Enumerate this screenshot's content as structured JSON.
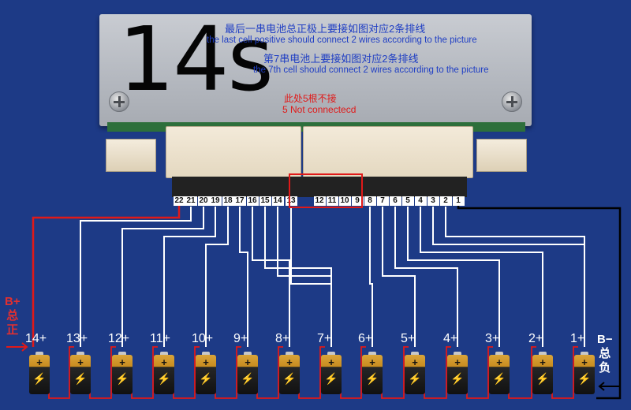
{
  "board": {
    "model_label": "14s",
    "notes": [
      {
        "lang": "cn",
        "text": "最后一串电池总正极上要接如图对应2条排线"
      },
      {
        "lang": "en",
        "text": "the last cell positive should connect 2 wires according to the picture"
      },
      {
        "lang": "cn",
        "text": "第7串电池上要接如图对应2条排线"
      },
      {
        "lang": "en",
        "text": "the 7th cell should connect 2 wires according to the picture"
      }
    ]
  },
  "connector": {
    "pins_left": [
      "22",
      "21",
      "20",
      "19",
      "18",
      "17",
      "16",
      "15",
      "14",
      "13"
    ],
    "pins_middle": [
      "12",
      "11",
      "10",
      "9"
    ],
    "pins_right": [
      "8",
      "7",
      "6",
      "5",
      "4",
      "3",
      "2",
      "1"
    ]
  },
  "not_connected": {
    "cn": "此处5根不接",
    "en": "5 Not connectecd"
  },
  "cells": [
    "14+",
    "13+",
    "12+",
    "11+",
    "10+",
    "9+",
    "8+",
    "7+",
    "6+",
    "5+",
    "4+",
    "3+",
    "2+",
    "1+"
  ],
  "battery_icon": {
    "sign": "+",
    "bolt": "⚡"
  },
  "terminals": {
    "positive": {
      "label": "B+",
      "sub": "总正"
    },
    "negative": {
      "label": "B−",
      "sub": "总负"
    }
  },
  "colors": {
    "background": "#1d3a86",
    "wire": "#ffffff",
    "positive_wire": "#e01919",
    "negative_wire": "#000000",
    "note_text": "#1f3ec4"
  }
}
